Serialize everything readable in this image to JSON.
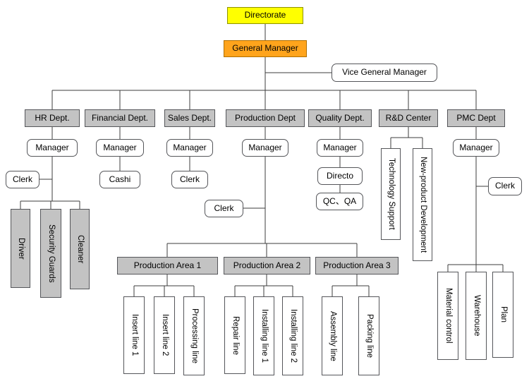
{
  "colors": {
    "directorate_bg": "#ffff00",
    "general_manager_bg": "#ffa41c",
    "dept_bg": "#c3c3c3",
    "leaf_white_bg": "#ffffff",
    "line": "#3c3c3c"
  },
  "nodes": {
    "directorate": "Directorate",
    "general_manager": "General Manager",
    "vice_general_manager": "Vice General Manager",
    "hr": {
      "dept": "HR Dept.",
      "manager": "Manager",
      "clerk": "Clerk",
      "staff": [
        "Driver",
        "Security Guards",
        "Cleaner"
      ]
    },
    "financial": {
      "dept": "Financial Dept.",
      "manager": "Manager",
      "cashier": "Cashi"
    },
    "sales": {
      "dept": "Sales Dept.",
      "manager": "Manager",
      "clerk": "Clerk"
    },
    "production": {
      "dept": "Production Dept",
      "manager": "Manager",
      "clerk": "Clerk",
      "areas": [
        {
          "label": "Production Area 1",
          "lines": [
            "Insert line 1",
            "Insert line 2",
            "Processing line"
          ]
        },
        {
          "label": "Production Area 2",
          "lines": [
            "Repair line",
            "Installing line 1",
            "Installing line 2"
          ]
        },
        {
          "label": "Production Area 3",
          "lines": [
            "Assembly line",
            "Packing line"
          ]
        }
      ]
    },
    "quality": {
      "dept": "Quality Dept.",
      "manager": "Manager",
      "director": "Directo",
      "qcqa": "QC、QA"
    },
    "rd": {
      "dept": "R&D Center",
      "units": [
        "Technology Support",
        "New-product Development"
      ]
    },
    "pmc": {
      "dept": "PMC Dept",
      "manager": "Manager",
      "clerk": "Clerk",
      "staff": [
        "Material control",
        "Warehouse",
        "Plan"
      ]
    }
  }
}
